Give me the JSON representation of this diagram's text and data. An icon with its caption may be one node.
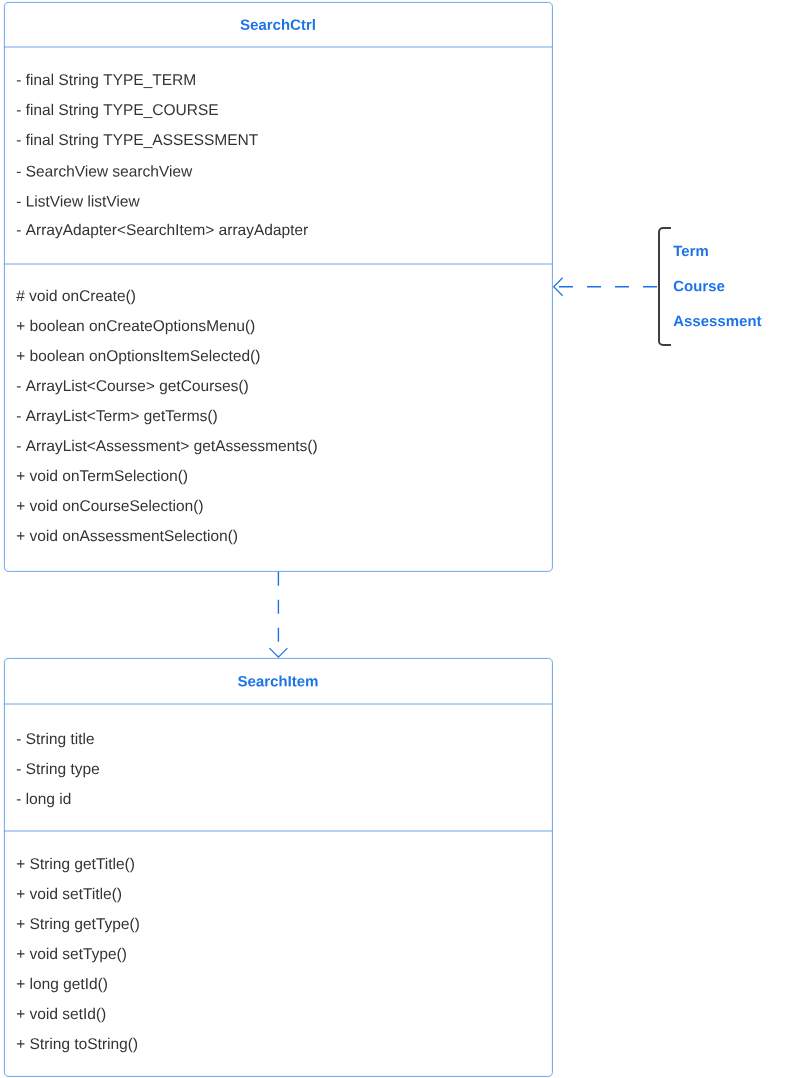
{
  "diagram": {
    "nodes": [
      {
        "text": [
          "SearchCtrl",
          "- final String TYPE_TERM",
          "- final String TYPE_COURSE",
          "- final String TYPE_ASSESSMENT",
          "- SearchView searchView",
          "- ListView listView",
          "- ArrayAdapter<SearchItem> arrayAdapter",
          "# void onCreate()",
          "+ boolean onCreateOptionsMenu()",
          "+ boolean onOptionsItemSelected()",
          "- ArrayList<Course> getCourses()",
          "- ArrayList<Term> getTerms()",
          "- ArrayList<Assessment> getAssessments()",
          "+ void onTermSelection()",
          "+ void onCourseSelection()",
          "+ void onAssessmentSelection()"
        ]
      },
      {
        "text": [
          "Term",
          "Course",
          "Assessment"
        ]
      },
      {
        "text": [
          "SearchItem",
          "- String title",
          "- String type",
          "- long id",
          "+ String getTitle()",
          "+ void setTitle()",
          "+ String getType()",
          "+ void setType()",
          "+ long getId()",
          "+ void setId()",
          "+ String toString()"
        ]
      }
    ],
    "edges": [
      {
        "from": 1,
        "to": 0,
        "arrow": "to",
        "style": "dashed"
      },
      {
        "from": 0,
        "to": 2,
        "arrow": "to",
        "style": "dashed"
      }
    ]
  }
}
